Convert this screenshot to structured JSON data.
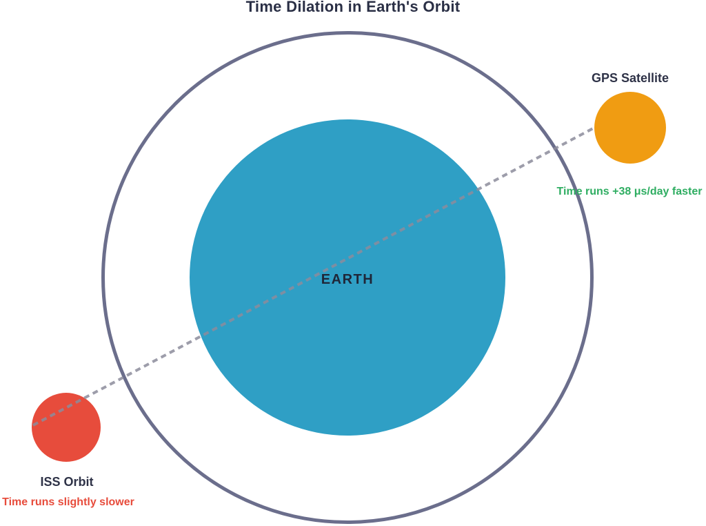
{
  "title": "Time Dilation in Earth's Orbit",
  "earth": {
    "label": "EARTH",
    "fill": "#2f9fc5",
    "label_color": "#1f2638"
  },
  "orbit_ring": {
    "stroke": "#6b6e8c"
  },
  "connector": {
    "stroke": "#8c8c9c"
  },
  "gps": {
    "label": "GPS Satellite",
    "annotation": "Time runs +38 μs/day faster",
    "fill": "#f09c12",
    "label_color": "#2e3247",
    "annotation_color": "#2ead61"
  },
  "iss": {
    "label": "ISS Orbit",
    "annotation": "Time runs slightly slower",
    "fill": "#e74c3c",
    "label_color": "#2e3247",
    "annotation_color": "#e74c3c"
  }
}
